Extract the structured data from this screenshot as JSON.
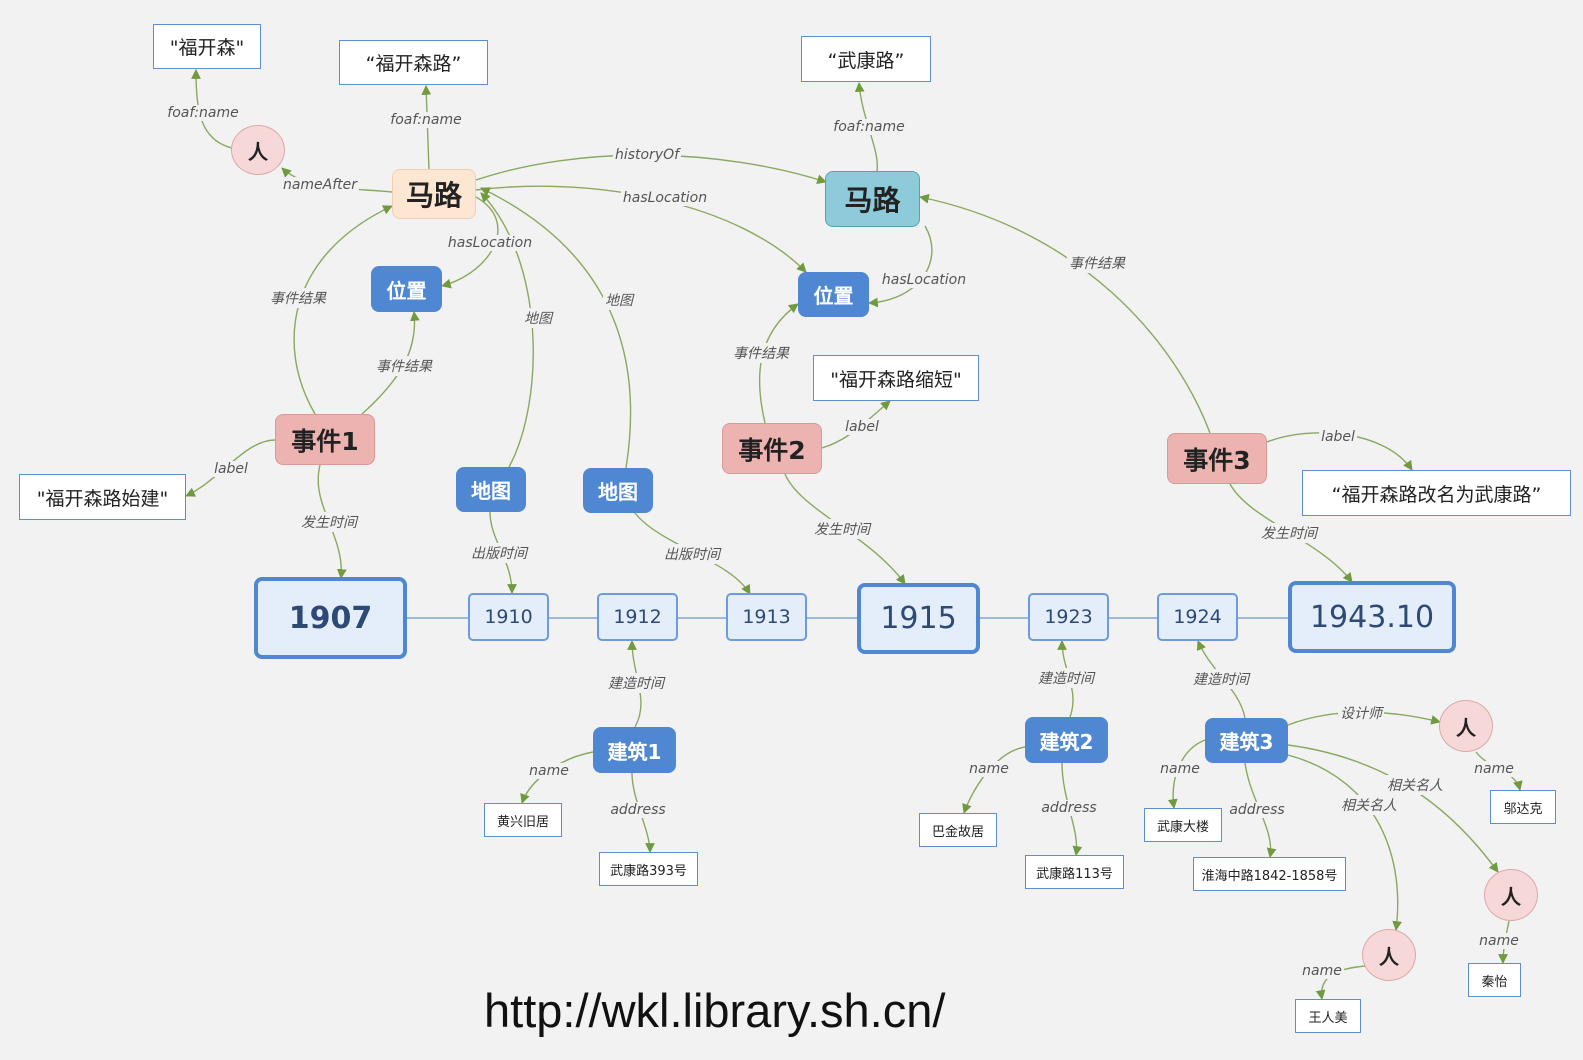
{
  "colors": {
    "background": "#f2f2f2",
    "edge": "#8aa860",
    "timeline_line": "#9ab8e0",
    "node_blue": "#4f87d3",
    "event": "#ecb3b0",
    "road_old": "#fde7d2",
    "road_new": "#8dcbdb",
    "person": "#f6d8d8"
  },
  "nodes": {
    "lit_fukaisen": "\"福开森\"",
    "lit_fukaisenlu": "“福开森路”",
    "lit_wukanglu": "“武康路”",
    "lit_shorten": "\"福开森路缩短\"",
    "lit_start": "\"福开森路始建\"",
    "lit_rename": "“福开森路改名为武康路”",
    "person_a": "人",
    "person_b": "人",
    "person_c": "人",
    "person_d": "人",
    "road_old": "马路",
    "road_new": "马路",
    "loc_1": "位置",
    "loc_2": "位置",
    "event_1": "事件1",
    "event_2": "事件2",
    "event_3": "事件3",
    "map_1": "地图",
    "map_2": "地图",
    "bldg_1": "建筑1",
    "bldg_2": "建筑2",
    "bldg_3": "建筑3",
    "name_huangxing": "黄兴旧居",
    "addr_393": "武康路393号",
    "name_bajin": "巴金故居",
    "addr_113": "武康路113号",
    "name_wukang_bldg": "武康大楼",
    "addr_huaihai": "淮海中路1842-1858号",
    "name_hudec": "邬达克",
    "name_qinyi": "秦怡",
    "name_wangrenmei": "王人美"
  },
  "timeline": {
    "y1907": "1907",
    "y1910": "1910",
    "y1912": "1912",
    "y1913": "1913",
    "y1915": "1915",
    "y1923": "1923",
    "y1924": "1924",
    "y1943": "1943.10"
  },
  "edges": {
    "foaf_name": "foaf:name",
    "name_after": "nameAfter",
    "history_of": "historyOf",
    "has_location": "hasLocation",
    "event_result": "事件结果",
    "map": "地图",
    "label": "label",
    "occur_time": "发生时间",
    "publish_time": "出版时间",
    "build_time": "建造时间",
    "name": "name",
    "address": "address",
    "designer": "设计师",
    "related_person": "相关名人"
  },
  "footer": {
    "url": "http://wkl.library.sh.cn/"
  }
}
